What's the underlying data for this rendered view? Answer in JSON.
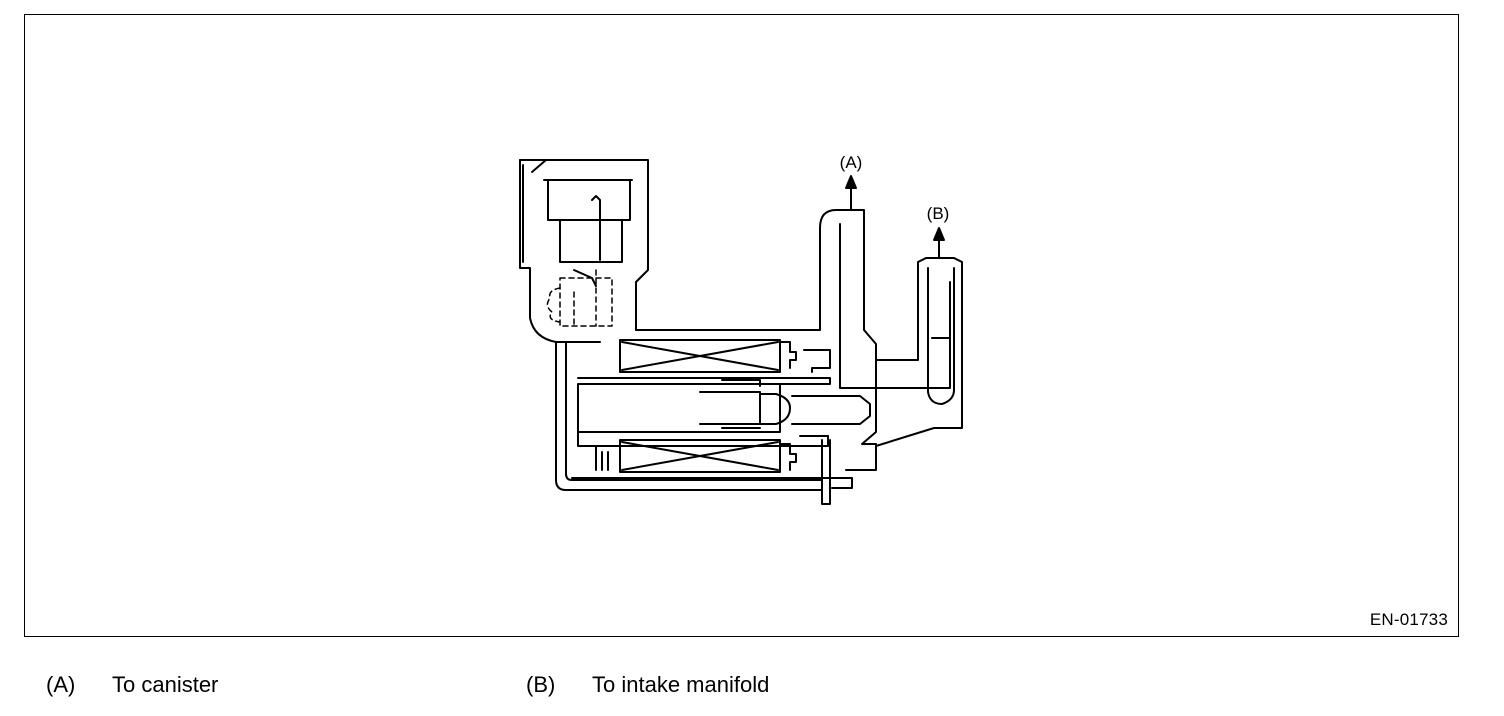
{
  "figure": {
    "code": "EN-01733",
    "callouts": {
      "a": "(A)",
      "b": "(B)"
    }
  },
  "legend": [
    {
      "key": "(A)",
      "text": "To canister"
    },
    {
      "key": "(B)",
      "text": "To intake manifold"
    }
  ]
}
